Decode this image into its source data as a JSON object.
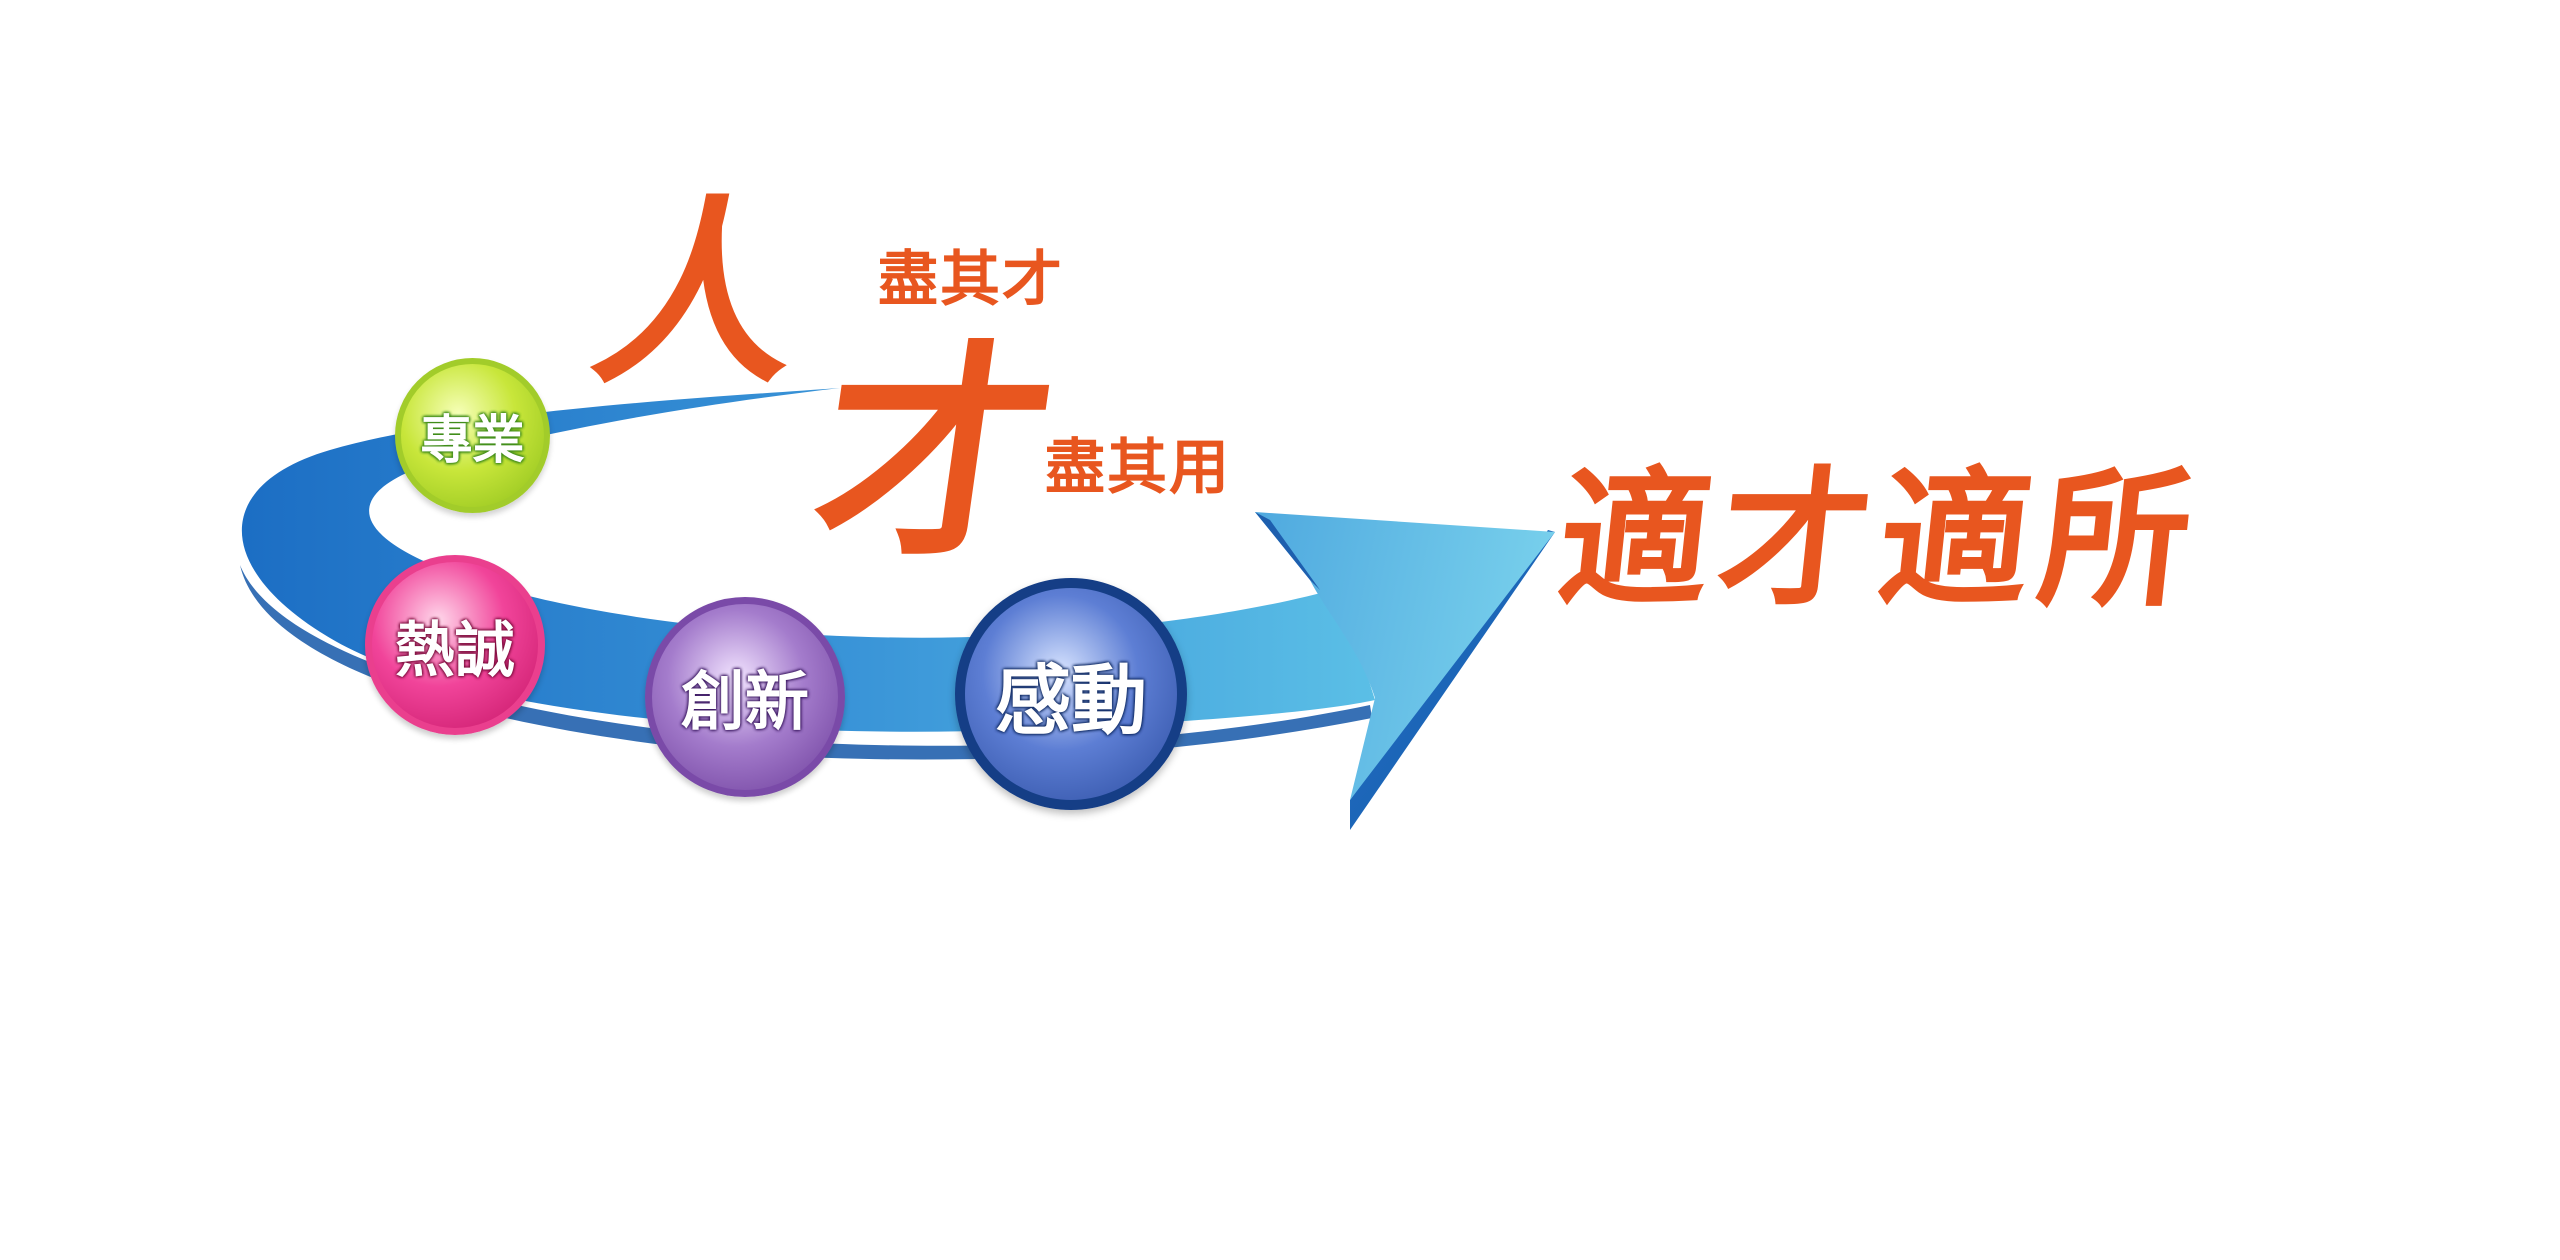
{
  "logo": {
    "headline_chars": [
      "人",
      "才"
    ],
    "phrase_top": "盡其才",
    "phrase_mid": "盡其用",
    "slogan": "適才適所"
  },
  "values": [
    {
      "label": "專業",
      "color": "#a2cc2a"
    },
    {
      "label": "熱誠",
      "color": "#ea3f8e"
    },
    {
      "label": "創新",
      "color": "#7a4aa8"
    },
    {
      "label": "感動",
      "color": "#153e86"
    }
  ],
  "colors": {
    "text_accent": "#e8561f",
    "arrow_dark": "#1f6fc4",
    "arrow_light": "#64c8e8"
  }
}
